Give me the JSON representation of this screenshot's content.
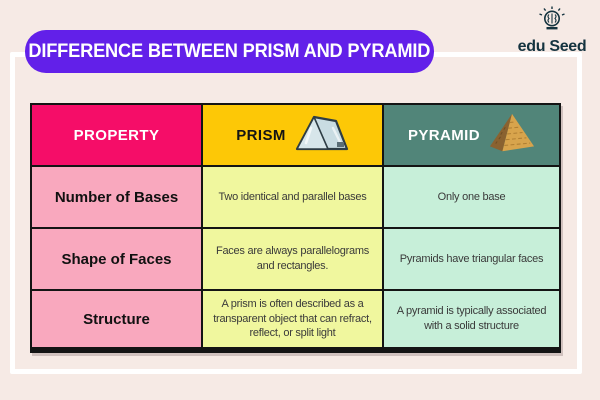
{
  "colors": {
    "background": "#F6EAE5",
    "banner": "#6220E9",
    "frame": "#FFFFFF",
    "property_header_bg": "#F50D68",
    "prism_header_bg": "#FDC806",
    "pyramid_header_bg": "#518579",
    "property_cell_bg": "#F9A8BE",
    "prism_cell_bg": "#F0F79E",
    "pyramid_cell_bg": "#C7EFD9",
    "table_border": "#141414",
    "logo_color": "#14333F"
  },
  "banner": {
    "title": "DIFFERENCE BETWEEN PRISM AND PYRAMID"
  },
  "logo": {
    "prefix": "edu",
    "suffix": "Seed",
    "icon": "lightbulb-brain-icon"
  },
  "table": {
    "headers": [
      {
        "label": "PROPERTY",
        "icon": null
      },
      {
        "label": "PRISM",
        "icon": "prism-icon"
      },
      {
        "label": "PYRAMID",
        "icon": "pyramid-icon"
      }
    ],
    "rows": [
      {
        "property": "Number of Bases",
        "prism": "Two identical and parallel bases",
        "pyramid": "Only one base"
      },
      {
        "property": "Shape of Faces",
        "prism": "Faces are always parallelograms and rectangles.",
        "pyramid": "Pyramids have triangular faces"
      },
      {
        "property": "Structure",
        "prism": "A prism is often described as a transparent object that can refract, reflect, or split light",
        "pyramid": "A pyramid is typically associated with a solid structure"
      }
    ]
  }
}
